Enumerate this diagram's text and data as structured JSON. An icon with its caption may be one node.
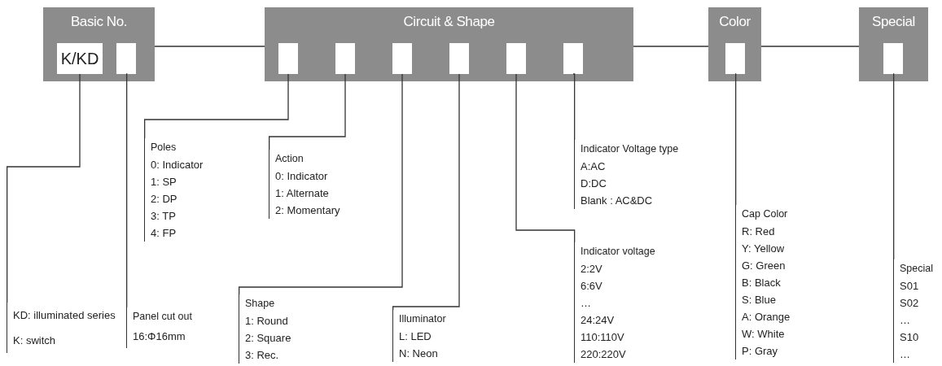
{
  "diagram": {
    "nodes": [
      {
        "text": [
          "Basic No."
        ]
      },
      {
        "text": [
          "K/KD"
        ],
        "in": 0
      },
      {
        "text": [],
        "shape": "box",
        "in": 0
      },
      {
        "text": [
          "Circuit & Shape"
        ]
      },
      {
        "text": [],
        "shape": "box",
        "in": 3
      },
      {
        "text": [],
        "shape": "box",
        "in": 3
      },
      {
        "text": [],
        "shape": "box",
        "in": 3
      },
      {
        "text": [],
        "shape": "box",
        "in": 3
      },
      {
        "text": [],
        "shape": "box",
        "in": 3
      },
      {
        "text": [],
        "shape": "box",
        "in": 3
      },
      {
        "text": [
          "Color"
        ]
      },
      {
        "text": [],
        "shape": "box",
        "in": 10
      },
      {
        "text": [
          "Special"
        ]
      },
      {
        "text": [],
        "shape": "box",
        "in": 12
      },
      {
        "text": [
          "KD: illuminated series",
          "K: switch"
        ]
      },
      {
        "text": [
          "Panel cut out",
          "16:Φ16mm"
        ]
      },
      {
        "text": [
          "Poles",
          "0: Indicator",
          "1: SP",
          "2: DP",
          "3: TP",
          "4: FP"
        ]
      },
      {
        "text": [
          "Action",
          "0: Indicator",
          "1: Alternate",
          "2: Momentary"
        ]
      },
      {
        "text": [
          "Shape",
          "1: Round",
          "2: Square",
          "3: Rec."
        ]
      },
      {
        "text": [
          "Illuminator",
          "L: LED",
          "N: Neon"
        ]
      },
      {
        "text": [
          "Indicator voltage",
          "2:2V",
          "6:6V",
          "…",
          "24:24V",
          "110:110V",
          "220:220V"
        ]
      },
      {
        "text": [
          "Indicator Voltage type",
          "A:AC",
          "D:DC",
          "Blank : AC&DC"
        ]
      },
      {
        "text": [
          "Cap Color",
          "R: Red",
          "Y: Yellow",
          "G: Green",
          "B: Black",
          "S: Blue",
          "A: Orange",
          "W: White",
          "P: Gray"
        ]
      },
      {
        "text": [
          "Special",
          "S01",
          "S02",
          "…",
          "S10",
          "…"
        ]
      }
    ],
    "edges": [
      {
        "from": 0,
        "to": 3,
        "arrow": "none"
      },
      {
        "from": 3,
        "to": 10,
        "arrow": "none"
      },
      {
        "from": 10,
        "to": 12,
        "arrow": "none"
      },
      {
        "from": 1,
        "to": 14,
        "arrow": "none"
      },
      {
        "from": 2,
        "to": 15,
        "arrow": "none"
      },
      {
        "from": 4,
        "to": 16,
        "arrow": "none"
      },
      {
        "from": 5,
        "to": 17,
        "arrow": "none"
      },
      {
        "from": 6,
        "to": 18,
        "arrow": "none"
      },
      {
        "from": 7,
        "to": 19,
        "arrow": "none"
      },
      {
        "from": 8,
        "to": 20,
        "arrow": "none"
      },
      {
        "from": 9,
        "to": 21,
        "arrow": "none"
      },
      {
        "from": 11,
        "to": 22,
        "arrow": "none"
      },
      {
        "from": 13,
        "to": 23,
        "arrow": "none"
      }
    ]
  }
}
